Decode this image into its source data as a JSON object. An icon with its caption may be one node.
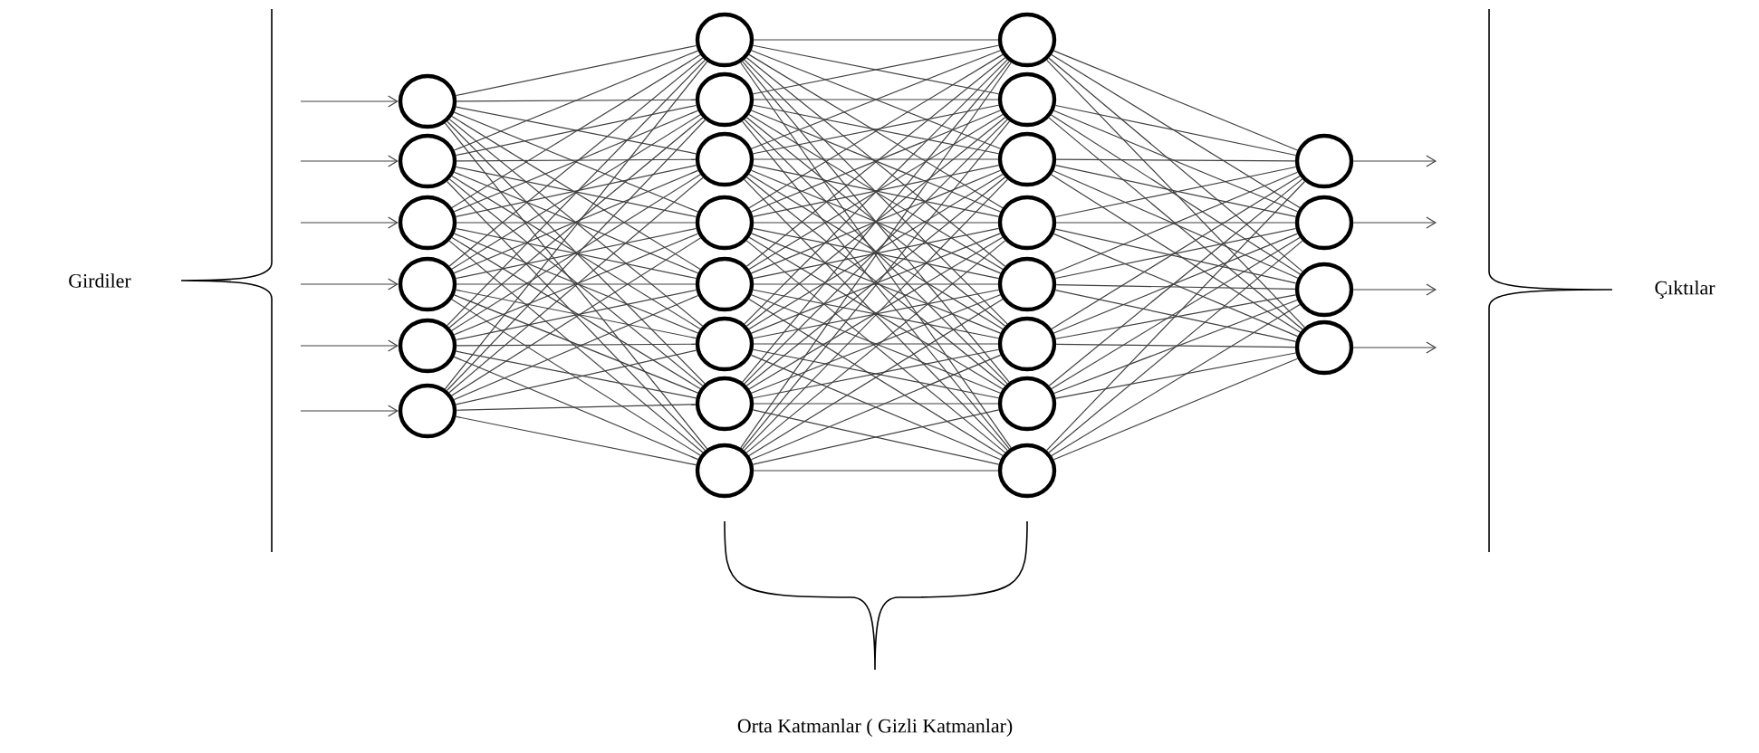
{
  "diagram": {
    "nodes": [
      {
        "text": [],
        "shape": "circle"
      },
      {
        "text": [],
        "shape": "circle"
      },
      {
        "text": [],
        "shape": "circle"
      },
      {
        "text": [],
        "shape": "circle"
      },
      {
        "text": [],
        "shape": "circle"
      },
      {
        "text": [],
        "shape": "circle"
      },
      {
        "text": [],
        "shape": "circle"
      },
      {
        "text": [],
        "shape": "circle"
      },
      {
        "text": [],
        "shape": "circle"
      },
      {
        "text": [],
        "shape": "circle"
      },
      {
        "text": [],
        "shape": "circle"
      },
      {
        "text": [],
        "shape": "circle"
      },
      {
        "text": [],
        "shape": "circle"
      },
      {
        "text": [],
        "shape": "circle"
      },
      {
        "text": [],
        "shape": "circle"
      },
      {
        "text": [],
        "shape": "circle"
      },
      {
        "text": [],
        "shape": "circle"
      },
      {
        "text": [],
        "shape": "circle"
      },
      {
        "text": [],
        "shape": "circle"
      },
      {
        "text": [],
        "shape": "circle"
      },
      {
        "text": [],
        "shape": "circle"
      },
      {
        "text": [],
        "shape": "circle"
      },
      {
        "text": [],
        "shape": "circle"
      },
      {
        "text": [],
        "shape": "circle"
      },
      {
        "text": [],
        "shape": "circle"
      },
      {
        "text": [],
        "shape": "circle"
      }
    ],
    "edges": [
      {
        "from": null,
        "to": 0,
        "arrow": "to"
      },
      {
        "from": null,
        "to": 1,
        "arrow": "to"
      },
      {
        "from": null,
        "to": 2,
        "arrow": "to"
      },
      {
        "from": null,
        "to": 3,
        "arrow": "to"
      },
      {
        "from": null,
        "to": 4,
        "arrow": "to"
      },
      {
        "from": null,
        "to": 5,
        "arrow": "to"
      },
      {
        "from": 0,
        "to": 6,
        "arrow": "none"
      },
      {
        "from": 0,
        "to": 7,
        "arrow": "none"
      },
      {
        "from": 0,
        "to": 8,
        "arrow": "none"
      },
      {
        "from": 0,
        "to": 9,
        "arrow": "none"
      },
      {
        "from": 0,
        "to": 10,
        "arrow": "none"
      },
      {
        "from": 0,
        "to": 11,
        "arrow": "none"
      },
      {
        "from": 0,
        "to": 12,
        "arrow": "none"
      },
      {
        "from": 0,
        "to": 13,
        "arrow": "none"
      },
      {
        "from": 1,
        "to": 6,
        "arrow": "none"
      },
      {
        "from": 1,
        "to": 7,
        "arrow": "none"
      },
      {
        "from": 1,
        "to": 8,
        "arrow": "none"
      },
      {
        "from": 1,
        "to": 9,
        "arrow": "none"
      },
      {
        "from": 1,
        "to": 10,
        "arrow": "none"
      },
      {
        "from": 1,
        "to": 11,
        "arrow": "none"
      },
      {
        "from": 1,
        "to": 12,
        "arrow": "none"
      },
      {
        "from": 1,
        "to": 13,
        "arrow": "none"
      },
      {
        "from": 2,
        "to": 6,
        "arrow": "none"
      },
      {
        "from": 2,
        "to": 7,
        "arrow": "none"
      },
      {
        "from": 2,
        "to": 8,
        "arrow": "none"
      },
      {
        "from": 2,
        "to": 9,
        "arrow": "none"
      },
      {
        "from": 2,
        "to": 10,
        "arrow": "none"
      },
      {
        "from": 2,
        "to": 11,
        "arrow": "none"
      },
      {
        "from": 2,
        "to": 12,
        "arrow": "none"
      },
      {
        "from": 2,
        "to": 13,
        "arrow": "none"
      },
      {
        "from": 3,
        "to": 6,
        "arrow": "none"
      },
      {
        "from": 3,
        "to": 7,
        "arrow": "none"
      },
      {
        "from": 3,
        "to": 8,
        "arrow": "none"
      },
      {
        "from": 3,
        "to": 9,
        "arrow": "none"
      },
      {
        "from": 3,
        "to": 10,
        "arrow": "none"
      },
      {
        "from": 3,
        "to": 11,
        "arrow": "none"
      },
      {
        "from": 3,
        "to": 12,
        "arrow": "none"
      },
      {
        "from": 3,
        "to": 13,
        "arrow": "none"
      },
      {
        "from": 4,
        "to": 6,
        "arrow": "none"
      },
      {
        "from": 4,
        "to": 7,
        "arrow": "none"
      },
      {
        "from": 4,
        "to": 8,
        "arrow": "none"
      },
      {
        "from": 4,
        "to": 9,
        "arrow": "none"
      },
      {
        "from": 4,
        "to": 10,
        "arrow": "none"
      },
      {
        "from": 4,
        "to": 11,
        "arrow": "none"
      },
      {
        "from": 4,
        "to": 12,
        "arrow": "none"
      },
      {
        "from": 4,
        "to": 13,
        "arrow": "none"
      },
      {
        "from": 5,
        "to": 6,
        "arrow": "none"
      },
      {
        "from": 5,
        "to": 7,
        "arrow": "none"
      },
      {
        "from": 5,
        "to": 8,
        "arrow": "none"
      },
      {
        "from": 5,
        "to": 9,
        "arrow": "none"
      },
      {
        "from": 5,
        "to": 10,
        "arrow": "none"
      },
      {
        "from": 5,
        "to": 11,
        "arrow": "none"
      },
      {
        "from": 5,
        "to": 12,
        "arrow": "none"
      },
      {
        "from": 5,
        "to": 13,
        "arrow": "none"
      },
      {
        "from": 6,
        "to": 14,
        "arrow": "none"
      },
      {
        "from": 6,
        "to": 15,
        "arrow": "none"
      },
      {
        "from": 6,
        "to": 16,
        "arrow": "none"
      },
      {
        "from": 6,
        "to": 17,
        "arrow": "none"
      },
      {
        "from": 6,
        "to": 18,
        "arrow": "none"
      },
      {
        "from": 6,
        "to": 19,
        "arrow": "none"
      },
      {
        "from": 6,
        "to": 20,
        "arrow": "none"
      },
      {
        "from": 6,
        "to": 21,
        "arrow": "none"
      },
      {
        "from": 7,
        "to": 14,
        "arrow": "none"
      },
      {
        "from": 7,
        "to": 15,
        "arrow": "none"
      },
      {
        "from": 7,
        "to": 16,
        "arrow": "none"
      },
      {
        "from": 7,
        "to": 17,
        "arrow": "none"
      },
      {
        "from": 7,
        "to": 18,
        "arrow": "none"
      },
      {
        "from": 7,
        "to": 19,
        "arrow": "none"
      },
      {
        "from": 7,
        "to": 20,
        "arrow": "none"
      },
      {
        "from": 7,
        "to": 21,
        "arrow": "none"
      },
      {
        "from": 8,
        "to": 14,
        "arrow": "none"
      },
      {
        "from": 8,
        "to": 15,
        "arrow": "none"
      },
      {
        "from": 8,
        "to": 16,
        "arrow": "none"
      },
      {
        "from": 8,
        "to": 17,
        "arrow": "none"
      },
      {
        "from": 8,
        "to": 18,
        "arrow": "none"
      },
      {
        "from": 8,
        "to": 19,
        "arrow": "none"
      },
      {
        "from": 8,
        "to": 20,
        "arrow": "none"
      },
      {
        "from": 8,
        "to": 21,
        "arrow": "none"
      },
      {
        "from": 9,
        "to": 14,
        "arrow": "none"
      },
      {
        "from": 9,
        "to": 15,
        "arrow": "none"
      },
      {
        "from": 9,
        "to": 16,
        "arrow": "none"
      },
      {
        "from": 9,
        "to": 17,
        "arrow": "none"
      },
      {
        "from": 9,
        "to": 18,
        "arrow": "none"
      },
      {
        "from": 9,
        "to": 19,
        "arrow": "none"
      },
      {
        "from": 9,
        "to": 20,
        "arrow": "none"
      },
      {
        "from": 9,
        "to": 21,
        "arrow": "none"
      },
      {
        "from": 10,
        "to": 14,
        "arrow": "none"
      },
      {
        "from": 10,
        "to": 15,
        "arrow": "none"
      },
      {
        "from": 10,
        "to": 16,
        "arrow": "none"
      },
      {
        "from": 10,
        "to": 17,
        "arrow": "none"
      },
      {
        "from": 10,
        "to": 18,
        "arrow": "none"
      },
      {
        "from": 10,
        "to": 19,
        "arrow": "none"
      },
      {
        "from": 10,
        "to": 20,
        "arrow": "none"
      },
      {
        "from": 10,
        "to": 21,
        "arrow": "none"
      },
      {
        "from": 11,
        "to": 14,
        "arrow": "none"
      },
      {
        "from": 11,
        "to": 15,
        "arrow": "none"
      },
      {
        "from": 11,
        "to": 16,
        "arrow": "none"
      },
      {
        "from": 11,
        "to": 17,
        "arrow": "none"
      },
      {
        "from": 11,
        "to": 18,
        "arrow": "none"
      },
      {
        "from": 11,
        "to": 19,
        "arrow": "none"
      },
      {
        "from": 11,
        "to": 20,
        "arrow": "none"
      },
      {
        "from": 11,
        "to": 21,
        "arrow": "none"
      },
      {
        "from": 12,
        "to": 14,
        "arrow": "none"
      },
      {
        "from": 12,
        "to": 15,
        "arrow": "none"
      },
      {
        "from": 12,
        "to": 16,
        "arrow": "none"
      },
      {
        "from": 12,
        "to": 17,
        "arrow": "none"
      },
      {
        "from": 12,
        "to": 18,
        "arrow": "none"
      },
      {
        "from": 12,
        "to": 19,
        "arrow": "none"
      },
      {
        "from": 12,
        "to": 20,
        "arrow": "none"
      },
      {
        "from": 12,
        "to": 21,
        "arrow": "none"
      },
      {
        "from": 13,
        "to": 14,
        "arrow": "none"
      },
      {
        "from": 13,
        "to": 15,
        "arrow": "none"
      },
      {
        "from": 13,
        "to": 16,
        "arrow": "none"
      },
      {
        "from": 13,
        "to": 17,
        "arrow": "none"
      },
      {
        "from": 13,
        "to": 18,
        "arrow": "none"
      },
      {
        "from": 13,
        "to": 19,
        "arrow": "none"
      },
      {
        "from": 13,
        "to": 20,
        "arrow": "none"
      },
      {
        "from": 13,
        "to": 21,
        "arrow": "none"
      },
      {
        "from": 14,
        "to": 22,
        "arrow": "none"
      },
      {
        "from": 14,
        "to": 23,
        "arrow": "none"
      },
      {
        "from": 14,
        "to": 24,
        "arrow": "none"
      },
      {
        "from": 14,
        "to": 25,
        "arrow": "none"
      },
      {
        "from": 15,
        "to": 22,
        "arrow": "none"
      },
      {
        "from": 15,
        "to": 23,
        "arrow": "none"
      },
      {
        "from": 15,
        "to": 24,
        "arrow": "none"
      },
      {
        "from": 15,
        "to": 25,
        "arrow": "none"
      },
      {
        "from": 16,
        "to": 22,
        "arrow": "none"
      },
      {
        "from": 16,
        "to": 23,
        "arrow": "none"
      },
      {
        "from": 16,
        "to": 24,
        "arrow": "none"
      },
      {
        "from": 16,
        "to": 25,
        "arrow": "none"
      },
      {
        "from": 17,
        "to": 22,
        "arrow": "none"
      },
      {
        "from": 17,
        "to": 23,
        "arrow": "none"
      },
      {
        "from": 17,
        "to": 24,
        "arrow": "none"
      },
      {
        "from": 17,
        "to": 25,
        "arrow": "none"
      },
      {
        "from": 18,
        "to": 22,
        "arrow": "none"
      },
      {
        "from": 18,
        "to": 23,
        "arrow": "none"
      },
      {
        "from": 18,
        "to": 24,
        "arrow": "none"
      },
      {
        "from": 18,
        "to": 25,
        "arrow": "none"
      },
      {
        "from": 19,
        "to": 22,
        "arrow": "none"
      },
      {
        "from": 19,
        "to": 23,
        "arrow": "none"
      },
      {
        "from": 19,
        "to": 24,
        "arrow": "none"
      },
      {
        "from": 19,
        "to": 25,
        "arrow": "none"
      },
      {
        "from": 20,
        "to": 22,
        "arrow": "none"
      },
      {
        "from": 20,
        "to": 23,
        "arrow": "none"
      },
      {
        "from": 20,
        "to": 24,
        "arrow": "none"
      },
      {
        "from": 20,
        "to": 25,
        "arrow": "none"
      },
      {
        "from": 21,
        "to": 22,
        "arrow": "none"
      },
      {
        "from": 21,
        "to": 23,
        "arrow": "none"
      },
      {
        "from": 21,
        "to": 24,
        "arrow": "none"
      },
      {
        "from": 21,
        "to": 25,
        "arrow": "none"
      },
      {
        "from": 22,
        "to": null,
        "arrow": "to"
      },
      {
        "from": 23,
        "to": null,
        "arrow": "to"
      },
      {
        "from": 24,
        "to": null,
        "arrow": "to"
      },
      {
        "from": 25,
        "to": null,
        "arrow": "to"
      }
    ],
    "labels": [
      "Girdiler",
      "Çıktılar",
      "Orta Katmanlar ( Gizli Katmanlar)"
    ]
  }
}
